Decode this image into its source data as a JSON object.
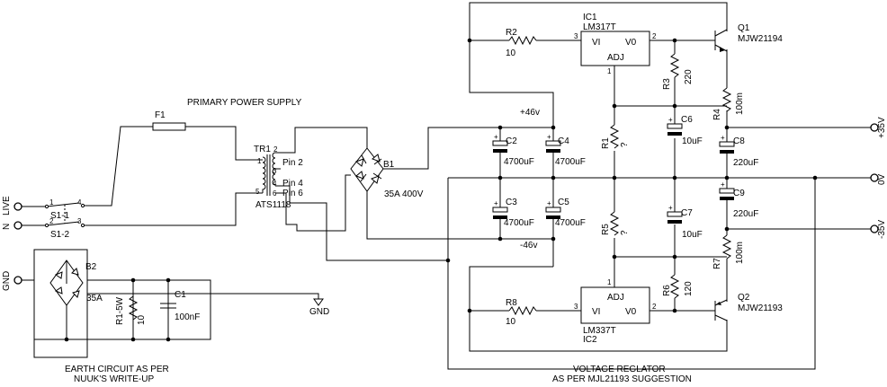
{
  "titles": {
    "primary": "PRIMARY POWER SUPPLY",
    "earth_line1": "EARTH CIRCUIT AS PER",
    "earth_line2": "NUUK'S WRITE-UP",
    "reg_line1": "VOLTAGE REGLATOR",
    "reg_line2": "AS PER MJL21193 SUGGESTION"
  },
  "terminals": {
    "live": "LIVE",
    "neutral": "N",
    "gnd_in": "GND",
    "plus35": "+35V",
    "zero": "0V",
    "minus35": "-35V"
  },
  "rails": {
    "plus46": "+46v",
    "minus46": "-46v"
  },
  "switch": {
    "s1_1": "S1-1",
    "s1_2": "S1-2",
    "pin1": "1",
    "pin4": "4",
    "pin2": "2",
    "pin3": "3"
  },
  "fuse": {
    "ref": "F1"
  },
  "transformer": {
    "ref": "TR1",
    "part": "ATS1118",
    "pin2": "Pin 2",
    "pin4": "Pin 4",
    "pin6": "Pin 6",
    "n1": "1",
    "n2": "2",
    "n3": "3",
    "n4": "4",
    "n5": "5",
    "n6": "6"
  },
  "bridge_b1": {
    "ref": "B1",
    "rating": "35A 400V"
  },
  "bridge_b2": {
    "ref": "B2",
    "rating": "35A"
  },
  "caps": {
    "c1": {
      "ref": "C1",
      "value": "100nF"
    },
    "c2": {
      "ref": "C2",
      "value": "4700uF"
    },
    "c3": {
      "ref": "C3",
      "value": "4700uF"
    },
    "c4": {
      "ref": "C4",
      "value": "4700uF"
    },
    "c5": {
      "ref": "C5",
      "value": "4700uF"
    },
    "c6": {
      "ref": "C6",
      "value": "10uF"
    },
    "c7": {
      "ref": "C7",
      "value": "10uF"
    },
    "c8": {
      "ref": "C8",
      "value": "220uF"
    },
    "c9": {
      "ref": "C9",
      "value": "220uF"
    },
    "plus": "+"
  },
  "resistors": {
    "r1": {
      "ref": "R1",
      "value": "?"
    },
    "r2": {
      "ref": "R2",
      "value": "10"
    },
    "r3": {
      "ref": "R3",
      "value": "220"
    },
    "r4": {
      "ref": "R4",
      "value": "100m"
    },
    "r5": {
      "ref": "R5",
      "value": "?"
    },
    "r6": {
      "ref": "R6",
      "value": "120"
    },
    "r7": {
      "ref": "R7",
      "value": "100m"
    },
    "r8": {
      "ref": "R8",
      "value": "10"
    },
    "r1_5w": {
      "ref": "R1-5W",
      "value": "10"
    }
  },
  "ic1": {
    "ref": "IC1",
    "part": "LM317T",
    "vi": "VI",
    "vo": "V0",
    "adj": "ADJ",
    "p1": "1",
    "p2": "2",
    "p3": "3"
  },
  "ic2": {
    "ref": "IC2",
    "part": "LM337T",
    "vi": "VI",
    "vo": "V0",
    "adj": "ADJ",
    "p1": "1",
    "p2": "2",
    "p3": "3"
  },
  "q1": {
    "ref": "Q1",
    "part": "MJW21194"
  },
  "q2": {
    "ref": "Q2",
    "part": "MJW21193"
  },
  "gnd_symbol": "GND"
}
